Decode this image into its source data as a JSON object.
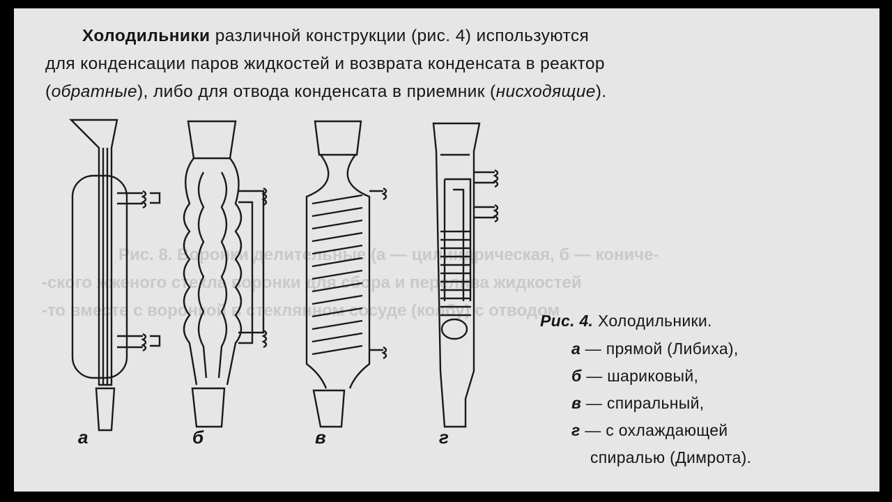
{
  "paragraph": {
    "line1_bold": "Холодильники",
    "line1_rest": " различной конструкции (рис. 4) используются",
    "line2": "для конденсации паров жидкостей и возврата конденсата в реактор",
    "line3_a": "(",
    "line3_italic1": "обратные",
    "line3_b": "), либо для отвода конденсата в приемник (",
    "line3_italic2": "нисходящие",
    "line3_c": ")."
  },
  "figure": {
    "labels": [
      "а",
      "б",
      "в",
      "г"
    ],
    "caption": {
      "title_italic": "Рис. 4.",
      "title_rest": " Холодильники.",
      "items": [
        {
          "letter": "а",
          "text": "— прямой (Либиха),"
        },
        {
          "letter": "б",
          "text": "— шариковый,"
        },
        {
          "letter": "в",
          "text": "— спиральный,"
        },
        {
          "letter": "г",
          "text": "— с охлаждающей"
        }
      ],
      "last_line": "спиралью (Димрота)."
    }
  }
}
